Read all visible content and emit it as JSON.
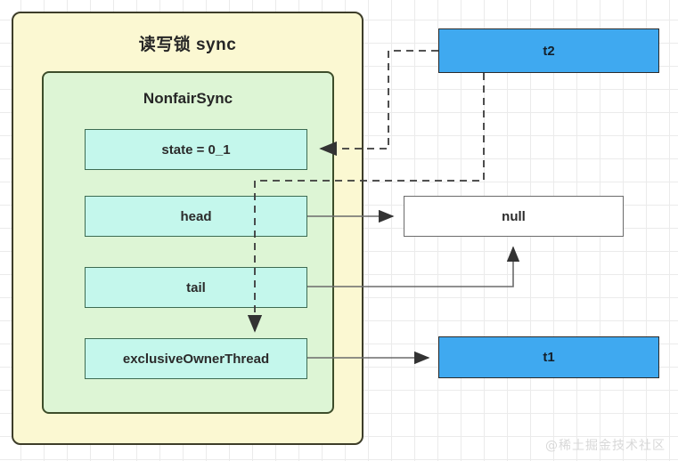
{
  "diagram": {
    "outer_container": {
      "title": "读写锁 sync"
    },
    "inner_container": {
      "title": "NonfairSync"
    },
    "fields": [
      {
        "name": "state",
        "label": "state = 0_1"
      },
      {
        "name": "head",
        "label": "head"
      },
      {
        "name": "tail",
        "label": "tail"
      },
      {
        "name": "exclusiveOwnerThread",
        "label": "exclusiveOwnerThread"
      }
    ],
    "threads": [
      {
        "name": "t2",
        "label": "t2"
      },
      {
        "name": "t1",
        "label": "t1"
      }
    ],
    "null_node": {
      "label": "null"
    },
    "edges": [
      {
        "from": "head",
        "to": "null",
        "style": "solid",
        "arrow": "end"
      },
      {
        "from": "tail",
        "to": "null",
        "style": "solid",
        "arrow": "end"
      },
      {
        "from": "exclusiveOwnerThread",
        "to": "t1",
        "style": "solid",
        "arrow": "end"
      },
      {
        "from": "t2",
        "to": "state",
        "style": "dashed",
        "arrow": "end"
      },
      {
        "from": "t2",
        "to": "exclusiveOwnerThread",
        "style": "dashed",
        "arrow": "end"
      }
    ],
    "colors": {
      "outer_fill": "#fbf8d2",
      "inner_fill": "#ddf5d5",
      "field_fill": "#c4f7ec",
      "thread_fill": "#3fa9f0",
      "null_fill": "#ffffff",
      "border": "#3d3d29",
      "grid": "#ebebeb"
    }
  },
  "watermark": {
    "text": "@稀土掘金技术社区"
  }
}
